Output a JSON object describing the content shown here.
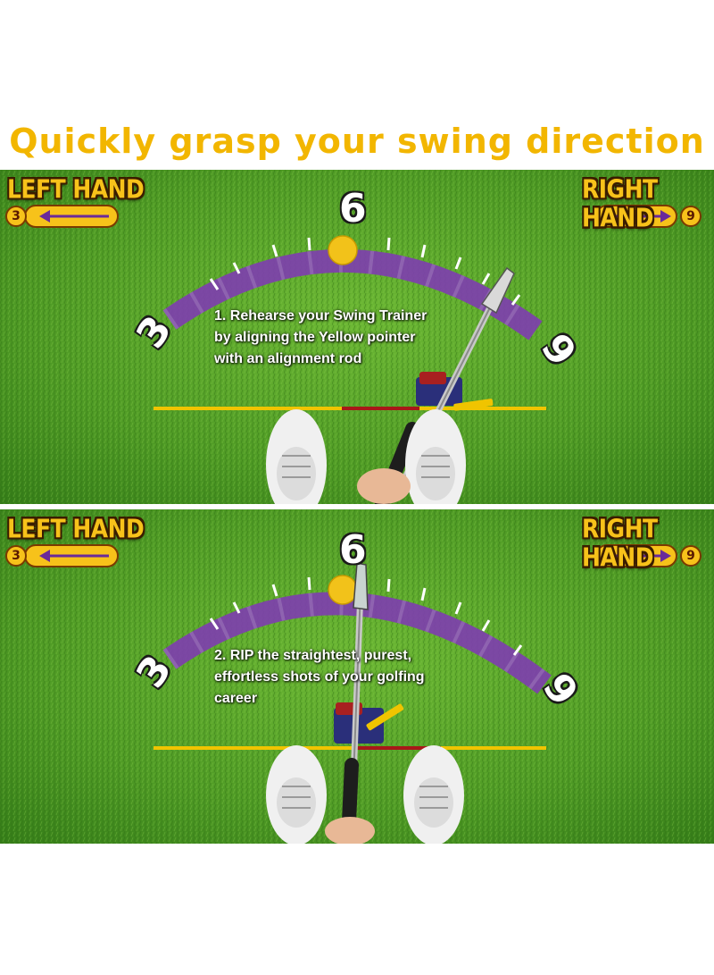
{
  "title": "Quickly grasp your swing direction",
  "colors": {
    "title": "#f2b600",
    "label_yellow": "#f7c21a",
    "purple": "#7e3fae",
    "grass_dark": "#3f8a1e",
    "grass_light": "#5fae2c",
    "line_yellow": "#f0c400",
    "line_red": "#a81818"
  },
  "panels": [
    {
      "left_label": "LEFT HAND",
      "right_label": "RIGHT HAND",
      "left_number": "3",
      "right_number": "9",
      "dial_top": "6",
      "dial_left": "3",
      "dial_right": "9",
      "instruction": {
        "line1": "1.  Rehearse your Swing Trainer",
        "line2": "by aligning the Yellow pointer",
        "line3": "with an alignment rod"
      }
    },
    {
      "left_label": "LEFT HAND",
      "right_label": "RIGHT HAND",
      "left_number": "3",
      "right_number": "9",
      "dial_top": "6",
      "dial_left": "3",
      "dial_right": "9",
      "instruction": {
        "line1": "2.  RIP the straightest, purest,",
        "line2": "effortless shots of your golfing",
        "line3": "career"
      }
    }
  ]
}
